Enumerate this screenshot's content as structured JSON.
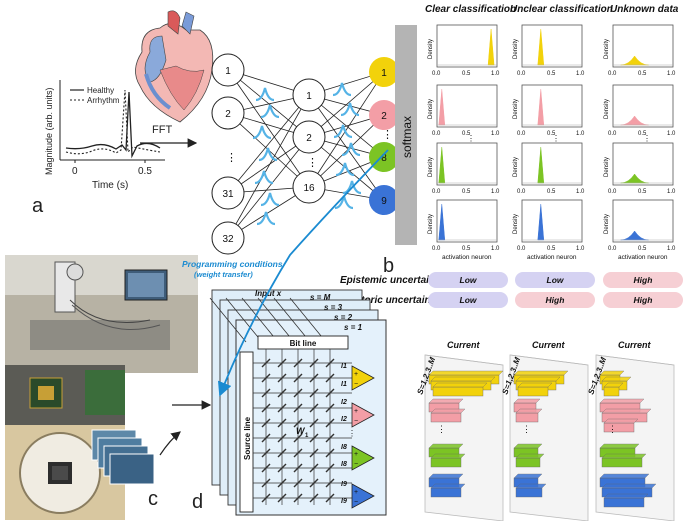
{
  "panel_labels": {
    "a": "a",
    "b": "b",
    "c": "c",
    "d": "d"
  },
  "ecg_panel": {
    "ylabel": "Magnitude (arb. units)",
    "xlabel": "Time (s)",
    "xticks": [
      "0",
      "0.5"
    ],
    "legend": [
      "Healthy",
      "Arrhythm"
    ],
    "fft_label": "FFT"
  },
  "network": {
    "input_nodes": [
      "1",
      "2",
      "⋮",
      "31",
      "32"
    ],
    "hidden_nodes": [
      "1",
      "2",
      "⋮",
      "16"
    ],
    "output_nodes": [
      "1",
      "2",
      "⋮",
      "8",
      "9"
    ],
    "softmax_label": "softmax"
  },
  "distribution_grid": {
    "column_titles": [
      "Clear classification",
      "Unclear classification",
      "Unknown data"
    ],
    "density_label": "Density",
    "xlabel": "activation neuron",
    "xticks": [
      "0.0",
      "0.5",
      "1.0"
    ],
    "ellipsis": "⋮",
    "colors": [
      "#f2d20b",
      "#f39ea6",
      "#7cc424",
      "#3a73d6"
    ]
  },
  "uncertainty": {
    "rows": [
      {
        "label": "Epistemic uncertainty",
        "values": [
          "Low",
          "Low",
          "High"
        ]
      },
      {
        "label": "Aleatoric uncertainty",
        "values": [
          "Low",
          "High",
          "High"
        ]
      }
    ],
    "low_color": "#d5d2f2",
    "high_color": "#f6cfd4"
  },
  "crossbar": {
    "programming_label": "Programming conditions",
    "programming_sublabel": "(weight transfer)",
    "input_label": "Input x",
    "s_labels": [
      "s = M",
      "s = 3",
      "s = 2",
      "s = 1"
    ],
    "bit_line_label": "Bit line",
    "source_line_label": "Source line",
    "weight_label": "W",
    "weight_sub": "1",
    "current_labels": [
      "I1",
      "I1",
      "I2",
      "I2",
      "I8",
      "I8",
      "I9",
      "I9"
    ],
    "ellipsis": "⋮"
  },
  "current_3d": {
    "title": "Current",
    "axis_label": "S=1,2,3..M",
    "ellipsis": "⋮"
  }
}
